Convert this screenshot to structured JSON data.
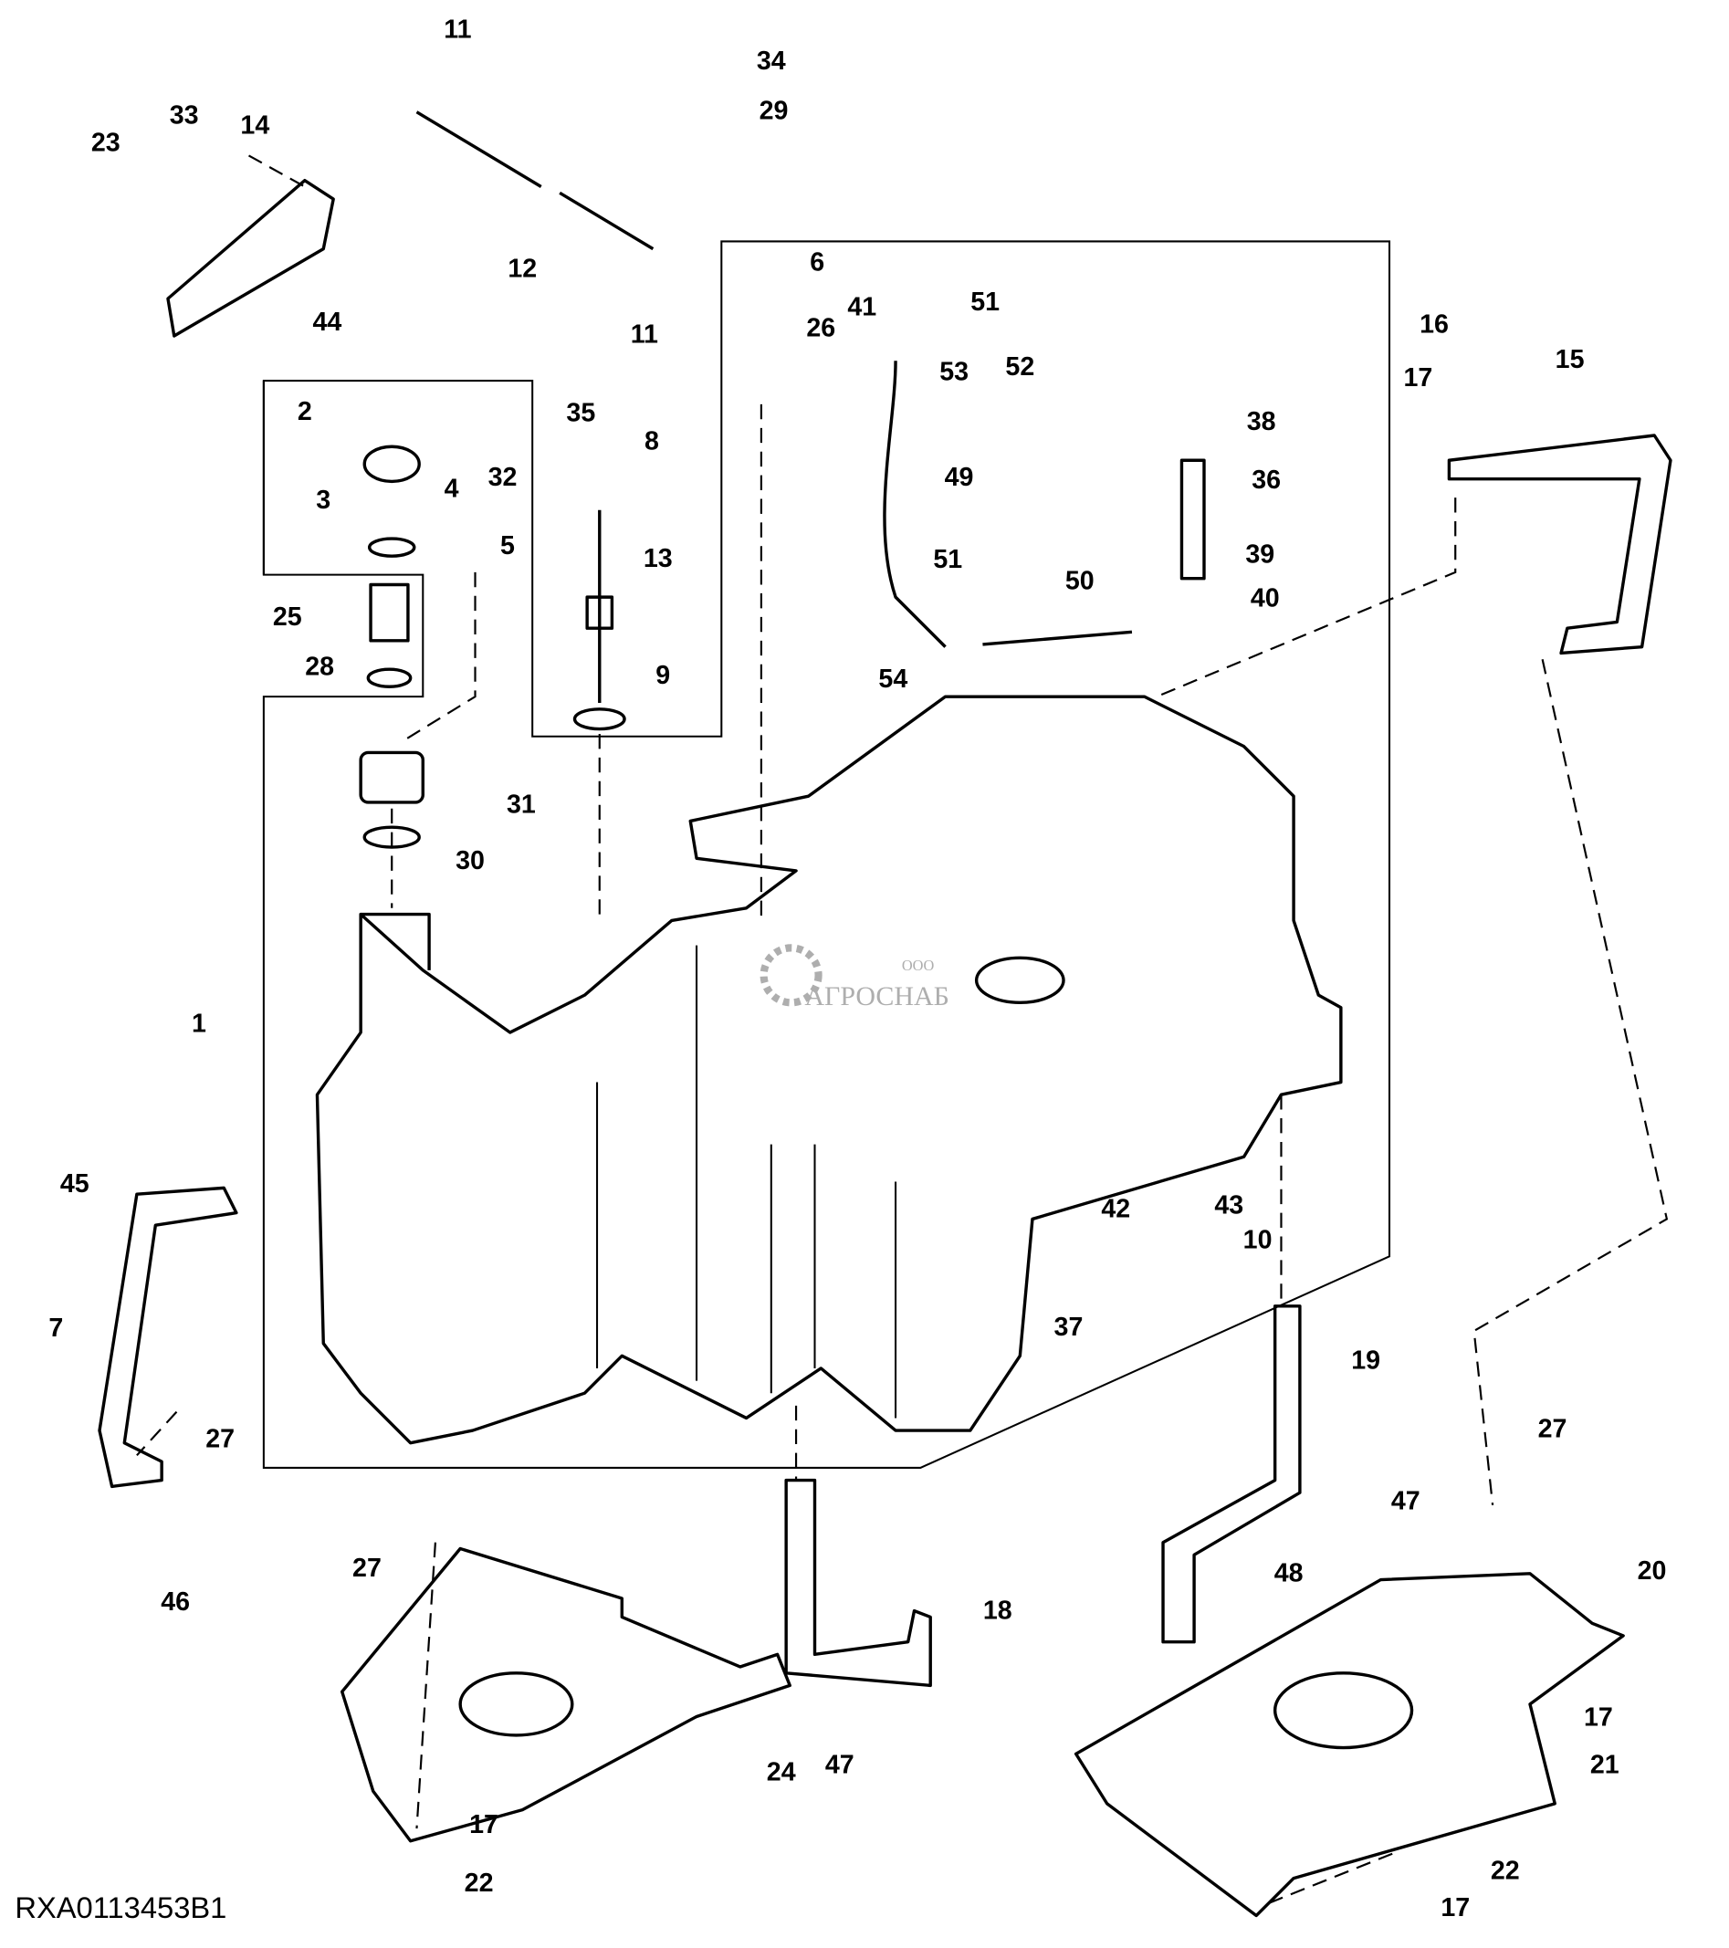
{
  "diagram": {
    "callouts": [
      "11",
      "14",
      "34",
      "29",
      "23",
      "33",
      "12",
      "11",
      "44",
      "6",
      "26",
      "41",
      "51",
      "53",
      "52",
      "16",
      "15",
      "17",
      "2",
      "38",
      "36",
      "4",
      "32",
      "3",
      "5",
      "35",
      "8",
      "49",
      "13",
      "39",
      "25",
      "51",
      "50",
      "40",
      "28",
      "9",
      "54",
      "31",
      "30",
      "1",
      "45",
      "42",
      "43",
      "10",
      "7",
      "37",
      "19",
      "27",
      "27",
      "46",
      "47",
      "48",
      "27",
      "20",
      "18",
      "47",
      "24",
      "17",
      "21",
      "17",
      "22",
      "22",
      "17"
    ],
    "figure_id": "RXA0113453B1",
    "watermark": {
      "prefix": "ООО",
      "name": "АГРОСНАБ"
    },
    "colors": {
      "line": "#000000",
      "watermark": "#9a9a9a"
    }
  }
}
